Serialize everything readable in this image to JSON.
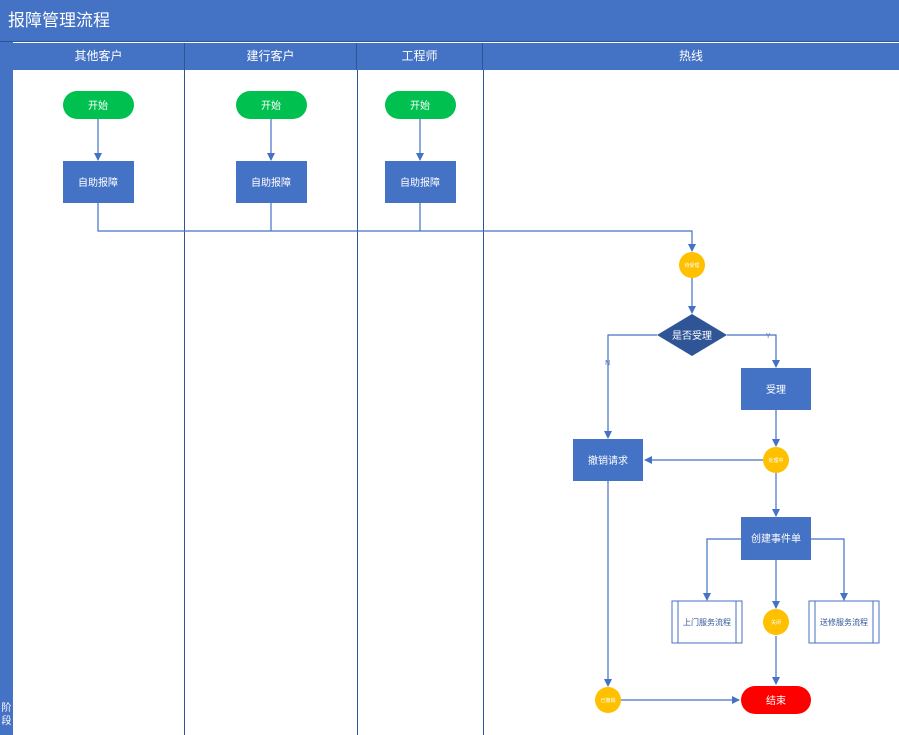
{
  "title": "报障管理流程",
  "phase_label": "阶段",
  "lanes": [
    "其他客户",
    "建行客户",
    "工程师",
    "热线"
  ],
  "nodes": {
    "start1": "开始",
    "start2": "开始",
    "start3": "开始",
    "self1": "自助报障",
    "self2": "自助报障",
    "self3": "自助报障",
    "pending": "待受理",
    "decision": "是否受理",
    "accept": "受理",
    "processing": "处理中",
    "cancel": "撤销请求",
    "create_event": "创建事件单",
    "onsite": "上门服务流程",
    "repair": "送修服务流程",
    "closed": "关闭",
    "revoked": "已撤销",
    "end": "结束"
  },
  "edge_labels": {
    "yes": "Y",
    "no": "N"
  },
  "colors": {
    "header": "#4472c4",
    "process": "#4472c4",
    "start": "#00c050",
    "end": "#ff0000",
    "state": "#ffc000",
    "line": "#4472c4"
  }
}
